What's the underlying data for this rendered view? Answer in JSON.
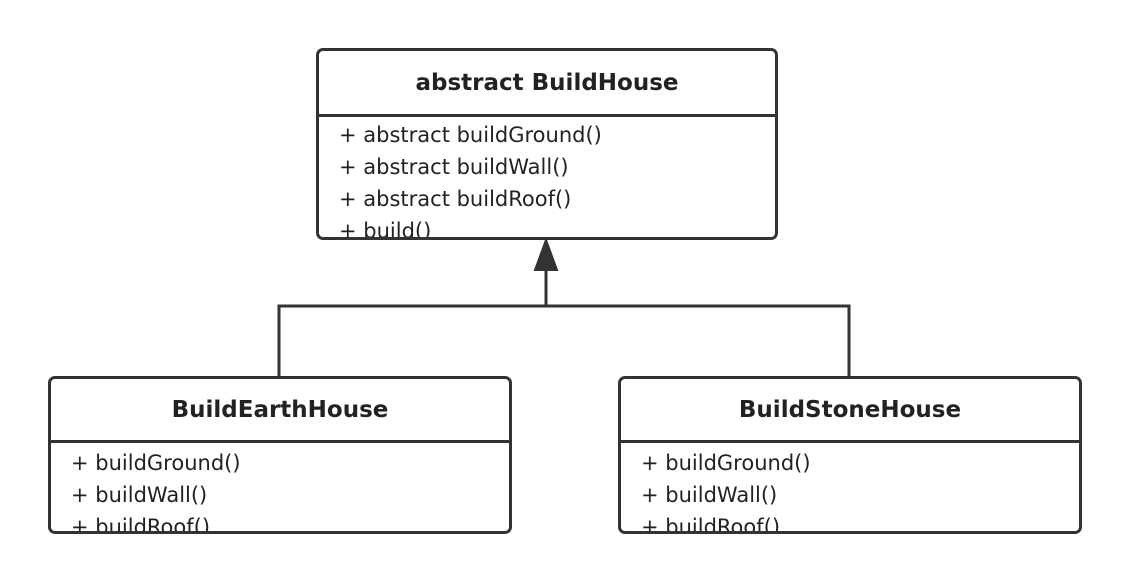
{
  "colors": {
    "stroke": "#333333",
    "text": "#222222",
    "background": "#ffffff"
  },
  "classes": {
    "base": {
      "name": "abstract BuildHouse",
      "methods": [
        "+ abstract buildGround()",
        "+ abstract buildWall()",
        "+ abstract buildRoof()",
        "+ build()"
      ]
    },
    "earth": {
      "name": "BuildEarthHouse",
      "methods": [
        "+ buildGround()",
        "+ buildWall()",
        "+ buildRoof()"
      ]
    },
    "stone": {
      "name": "BuildStoneHouse",
      "methods": [
        "+ buildGround()",
        "+ buildWall()",
        "+ buildRoof()"
      ]
    }
  },
  "relationships": [
    {
      "from": "BuildEarthHouse",
      "to": "abstract BuildHouse",
      "type": "generalization"
    },
    {
      "from": "BuildStoneHouse",
      "to": "abstract BuildHouse",
      "type": "generalization"
    }
  ]
}
